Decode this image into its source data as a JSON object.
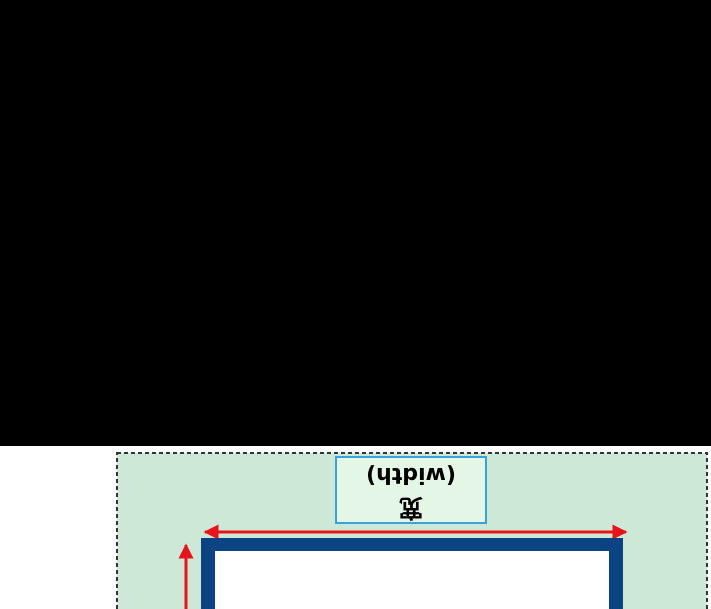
{
  "diagram": {
    "width_label": {
      "zh": "宽",
      "en": "(width)"
    },
    "colors": {
      "background": "#000000",
      "panel_fill": "#cde8d6",
      "panel_border": "#333333",
      "label_fill": "#e4f7e6",
      "label_border": "#38a3db",
      "arrow": "#e8141b",
      "frame": "#0b4383",
      "frame_inner": "#ffffff",
      "white_band": "#ffffff"
    },
    "orientation": "flipped-vertical"
  }
}
